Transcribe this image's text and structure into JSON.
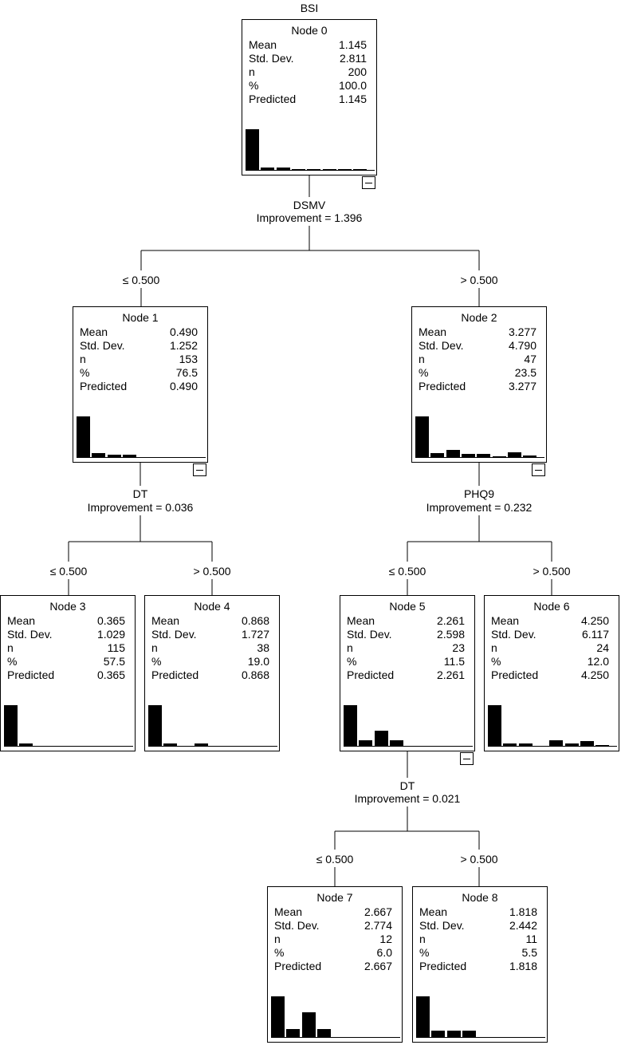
{
  "target": "BSI",
  "nodes": [
    {
      "id": "n0",
      "title": "Node 0",
      "mean": "1.145",
      "sd": "2.811",
      "n": "200",
      "pct": "100.0",
      "pred": "1.145",
      "hist": [
        0.87,
        0.07,
        0.06,
        0.03,
        0.03,
        0.01,
        0.03,
        0.01
      ],
      "collapsible": true
    },
    {
      "id": "n1",
      "title": "Node 1",
      "mean": "0.490",
      "sd": "1.252",
      "n": "153",
      "pct": "76.5",
      "pred": "0.490",
      "hist": [
        0.87,
        0.1,
        0.06,
        0.06,
        0,
        0,
        0,
        0
      ],
      "collapsible": true
    },
    {
      "id": "n2",
      "title": "Node 2",
      "mean": "3.277",
      "sd": "4.790",
      "n": "47",
      "pct": "23.5",
      "pred": "3.277",
      "hist": [
        0.87,
        0.1,
        0.17,
        0.08,
        0.08,
        0.03,
        0.12,
        0.05
      ],
      "collapsible": true
    },
    {
      "id": "n3",
      "title": "Node 3",
      "mean": "0.365",
      "sd": "1.029",
      "n": "115",
      "pct": "57.5",
      "pred": "0.365",
      "hist": [
        0.87,
        0.06,
        0,
        0,
        0,
        0,
        0,
        0
      ],
      "collapsible": false
    },
    {
      "id": "n4",
      "title": "Node 4",
      "mean": "0.868",
      "sd": "1.727",
      "n": "38",
      "pct": "19.0",
      "pred": "0.868",
      "hist": [
        0.87,
        0.06,
        0,
        0.07,
        0,
        0,
        0,
        0
      ],
      "collapsible": false
    },
    {
      "id": "n5",
      "title": "Node 5",
      "mean": "2.261",
      "sd": "2.598",
      "n": "23",
      "pct": "11.5",
      "pred": "2.261",
      "hist": [
        0.87,
        0.14,
        0.34,
        0.13,
        0,
        0,
        0,
        0
      ],
      "collapsible": true
    },
    {
      "id": "n6",
      "title": "Node 6",
      "mean": "4.250",
      "sd": "6.117",
      "n": "24",
      "pct": "12.0",
      "pred": "4.250",
      "hist": [
        0.87,
        0.07,
        0.07,
        0,
        0.14,
        0.07,
        0.12,
        0.03
      ],
      "collapsible": false
    },
    {
      "id": "n7",
      "title": "Node 7",
      "mean": "2.667",
      "sd": "2.774",
      "n": "12",
      "pct": "6.0",
      "pred": "2.667",
      "hist": [
        0.87,
        0.18,
        0.54,
        0.18,
        0,
        0,
        0,
        0
      ],
      "collapsible": false
    },
    {
      "id": "n8",
      "title": "Node 8",
      "mean": "1.818",
      "sd": "2.442",
      "n": "11",
      "pct": "5.5",
      "pred": "1.818",
      "hist": [
        0.87,
        0.15,
        0.15,
        0.15,
        0,
        0,
        0,
        0
      ],
      "collapsible": false
    }
  ],
  "stat_labels": {
    "mean": "Mean",
    "sd": "Std. Dev.",
    "n": "n",
    "pct": "%",
    "pred": "Predicted"
  },
  "splits": [
    {
      "parent": "n0",
      "variable": "DSMV",
      "improvement": "Improvement = 1.396",
      "left_label": "≤ 0.500",
      "right_label": "> 0.500"
    },
    {
      "parent": "n1",
      "variable": "DT",
      "improvement": "Improvement = 0.036",
      "left_label": "≤ 0.500",
      "right_label": "> 0.500"
    },
    {
      "parent": "n2",
      "variable": "PHQ9",
      "improvement": "Improvement = 0.232",
      "left_label": "≤ 0.500",
      "right_label": "> 0.500"
    },
    {
      "parent": "n5",
      "variable": "DT",
      "improvement": "Improvement = 0.021",
      "left_label": "≤ 0.500",
      "right_label": "> 0.500"
    }
  ]
}
